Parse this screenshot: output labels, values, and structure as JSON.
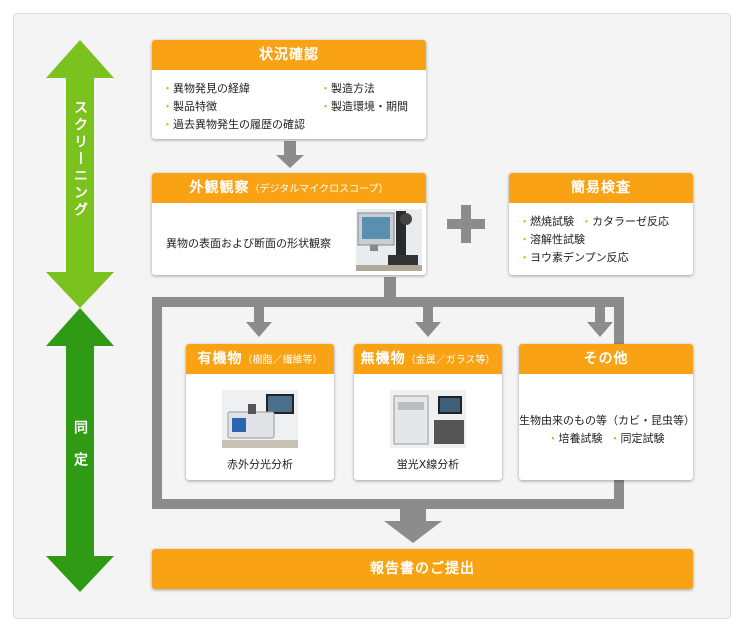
{
  "side": {
    "screening_label": "スクリーニング",
    "identification_label": "同定"
  },
  "status_check": {
    "title": "状況確認",
    "items_left": [
      "異物発見の経緯",
      "製品特徴",
      "過去異物発生の履歴の確認"
    ],
    "items_right": [
      "製造方法",
      "製造環境・期間"
    ]
  },
  "visual_inspection": {
    "title": "外観観察",
    "subtitle": "（デジタルマイクロスコープ）",
    "description": "異物の表面および断面の形状観察"
  },
  "plus_icon": "plus-icon",
  "simple_test": {
    "title": "簡易検査",
    "items": [
      "燃焼試験",
      "カタラーゼ反応",
      "溶解性試験",
      "ヨウ素デンプン反応"
    ]
  },
  "organic": {
    "title": "有機物",
    "subtitle": "（樹脂／繊維等）",
    "method": "赤外分光分析"
  },
  "inorganic": {
    "title": "無機物",
    "subtitle": "（金属／ガラス等）",
    "method": "蛍光X線分析"
  },
  "other": {
    "title": "その他",
    "description": "生物由来のもの等（カビ・昆虫等）",
    "items": [
      "培養試験",
      "同定試験"
    ]
  },
  "report": {
    "title": "報告書のご提出"
  },
  "colors": {
    "orange": "#f8a214",
    "green_light": "#7cc21e",
    "green_dark": "#2f9a14",
    "gray_connector": "#8c8c8c"
  }
}
